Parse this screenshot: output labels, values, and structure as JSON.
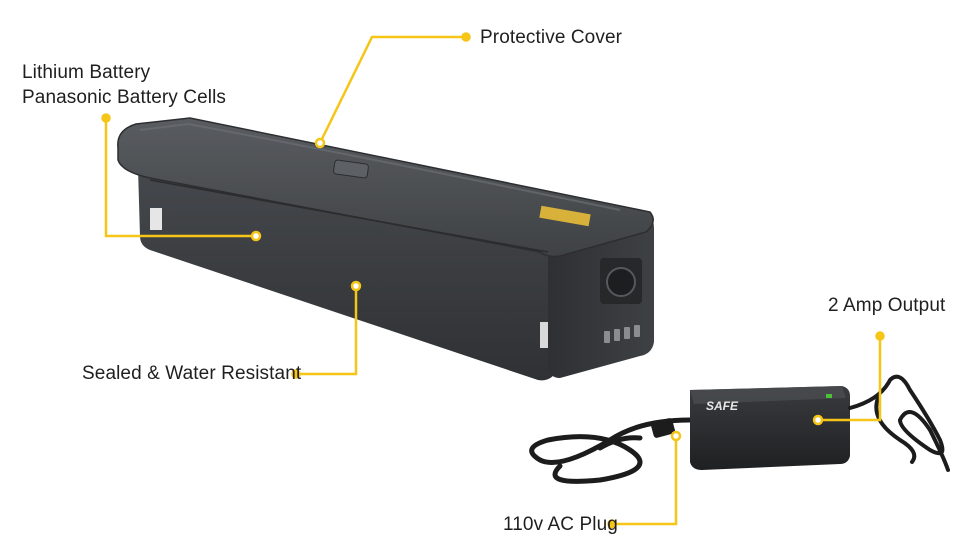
{
  "labels": {
    "protective_cover": "Protective Cover",
    "lithium_battery": "Lithium Battery",
    "panasonic_cells": "Panasonic Battery Cells",
    "sealed": "Sealed & Water Resistant",
    "amp_output": "2 Amp Output",
    "ac_plug": "110v AC Plug"
  },
  "charger_brand": "SAFE",
  "colors": {
    "callout": "#f5c518",
    "battery_body": "#3b3d40",
    "battery_cover": "#4a4d51",
    "charger_body": "#2a2b2d",
    "cable": "#1c1c1c",
    "text": "#1f1f1f"
  }
}
